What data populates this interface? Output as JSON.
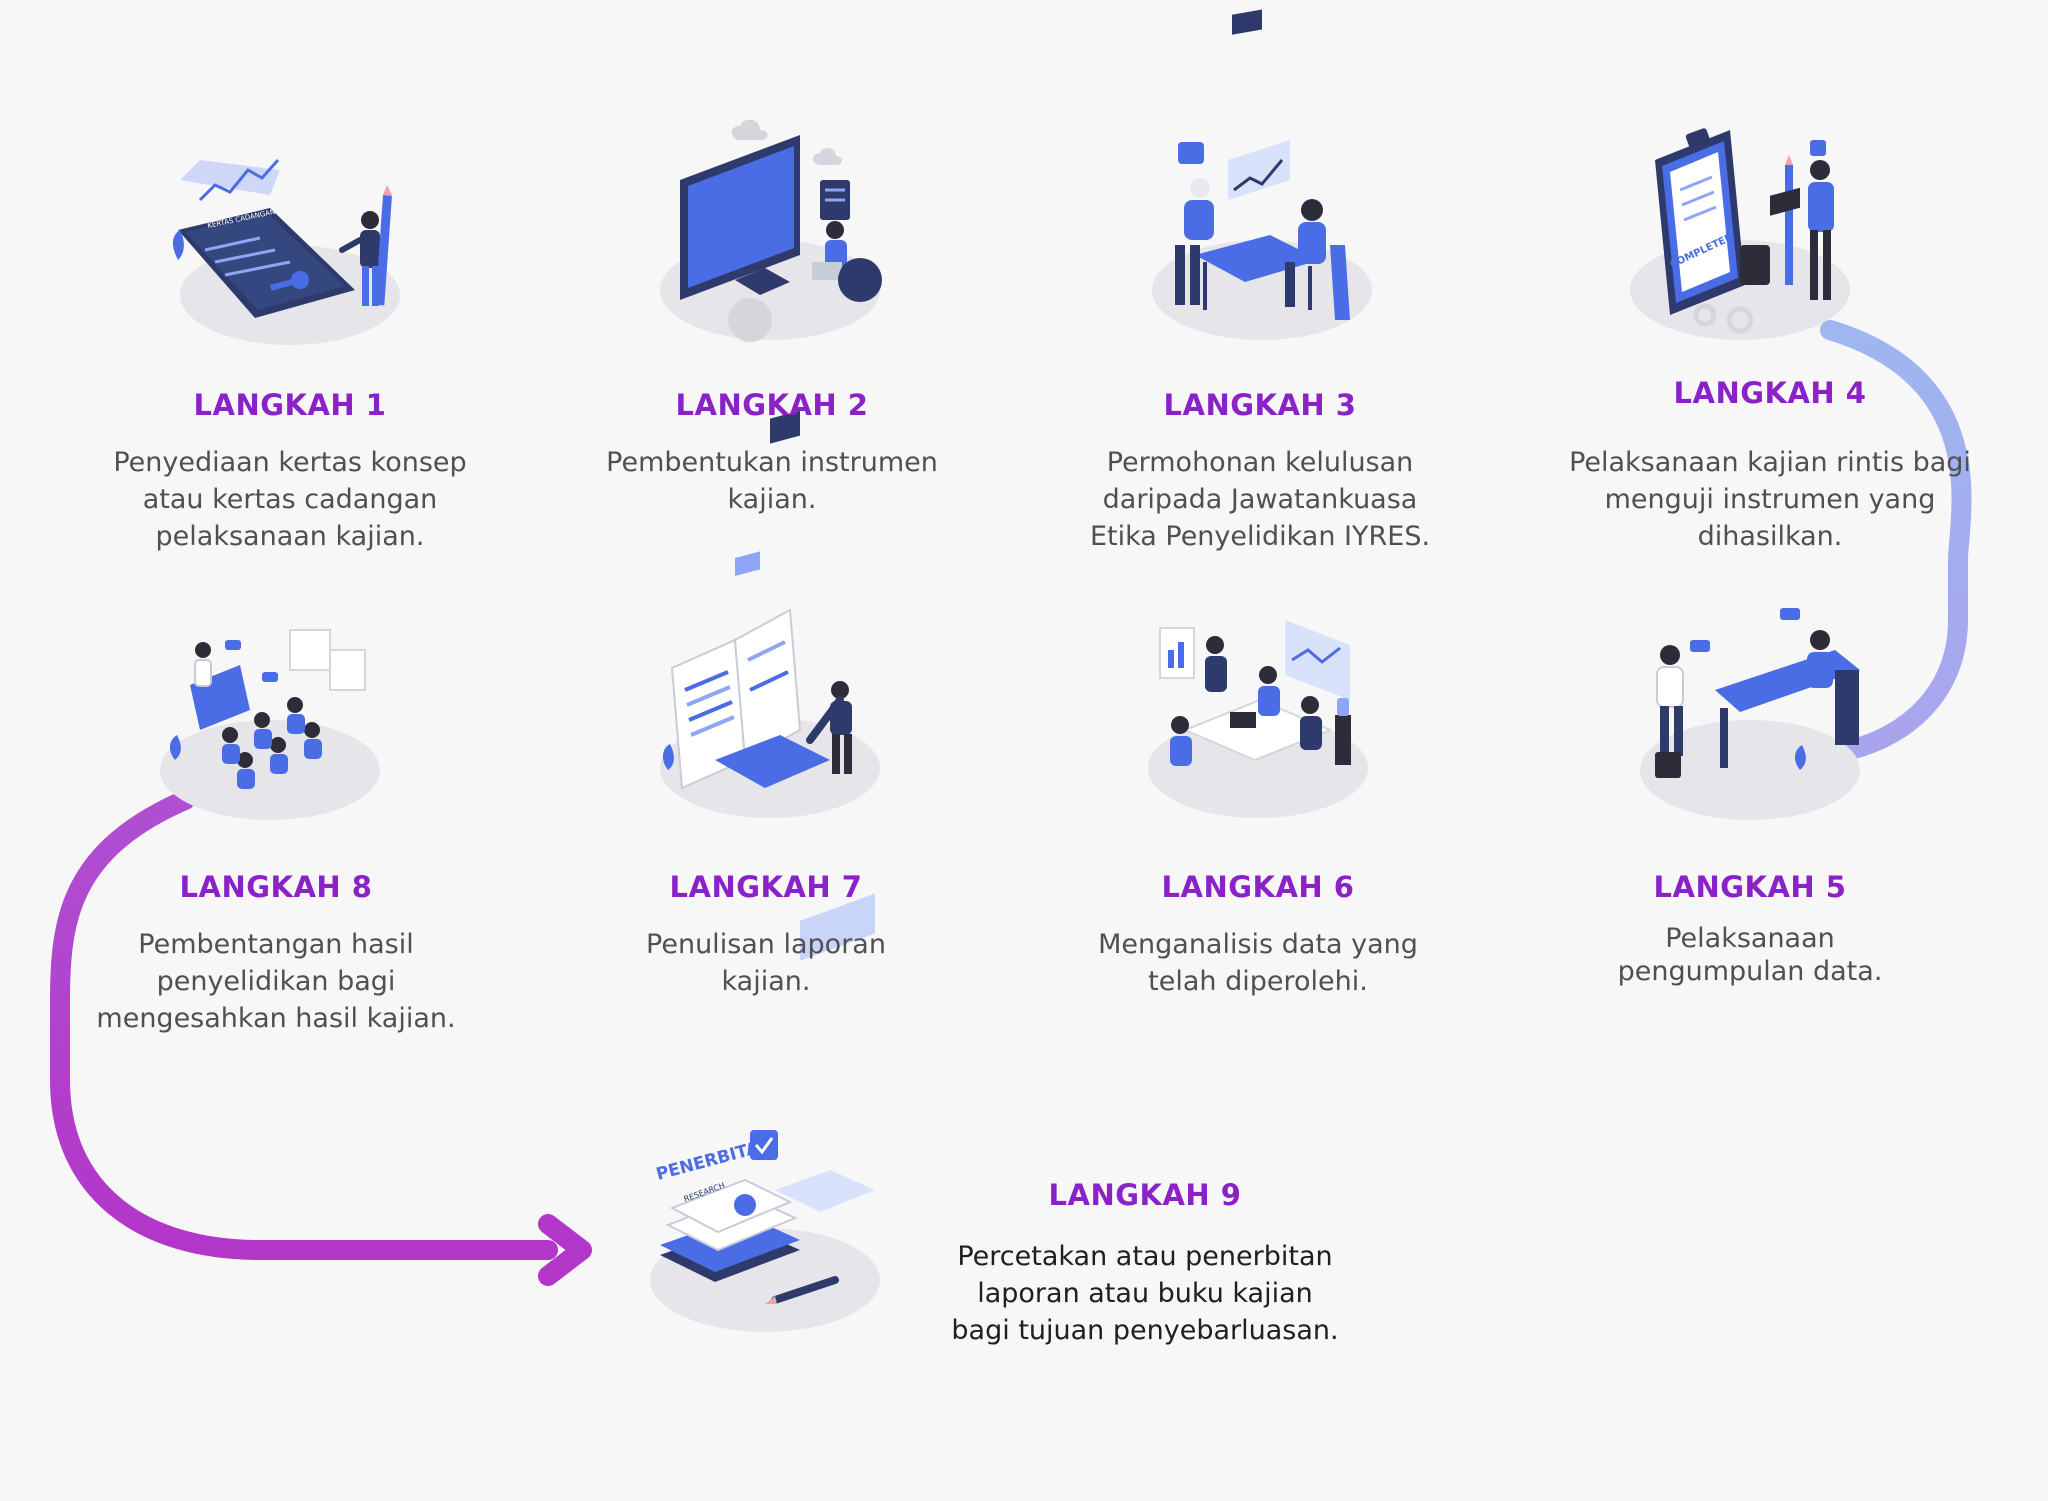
{
  "colors": {
    "title": "#8a22c8",
    "path_top": "#a3aef0",
    "path_bottom": "#b15cd6",
    "arrow": "#b236c8",
    "illustration_primary": "#4a6de5",
    "illustration_dark": "#2d3a6b",
    "platform": "#e6e6ea"
  },
  "steps": [
    {
      "title": "LANGKAH 1",
      "desc": "Penyediaan kertas konsep\natau kertas cadangan\npelaksanaan kajian.",
      "icon": "concept-paper-illustration",
      "label": "KERTAS CADANGAN"
    },
    {
      "title": "LANGKAH 2",
      "desc": "Pembentukan instrumen\nkajian.",
      "icon": "instrument-design-illustration"
    },
    {
      "title": "LANGKAH 3",
      "desc": "Permohonan kelulusan\ndaripada Jawatankuasa\nEtika Penyelidikan IYRES.",
      "icon": "ethics-meeting-illustration"
    },
    {
      "title": "LANGKAH 4",
      "desc": "Pelaksanaan kajian rintis bagi\nmenguji instrumen yang\ndihasilkan.",
      "icon": "clipboard-checklist-illustration",
      "label": "COMPLETED"
    },
    {
      "title": "LANGKAH 5",
      "desc": "Pelaksanaan\npengumpulan data.",
      "icon": "interview-illustration"
    },
    {
      "title": "LANGKAH 6",
      "desc": "Menganalisis data yang\ntelah diperolehi.",
      "icon": "data-analysis-illustration"
    },
    {
      "title": "LANGKAH 7",
      "desc": "Penulisan laporan\nkajian.",
      "icon": "report-writing-illustration"
    },
    {
      "title": "LANGKAH 8",
      "desc": "Pembentangan hasil\npenyelidikan bagi\nmengesahkan hasil kajian.",
      "icon": "presentation-illustration"
    },
    {
      "title": "LANGKAH 9",
      "desc": "Percetakan atau penerbitan\nlaporan atau buku kajian\nbagi tujuan penyebarluasan.",
      "icon": "publication-illustration",
      "label": "PENERBITAN",
      "sublabel": "RESEARCH"
    }
  ]
}
